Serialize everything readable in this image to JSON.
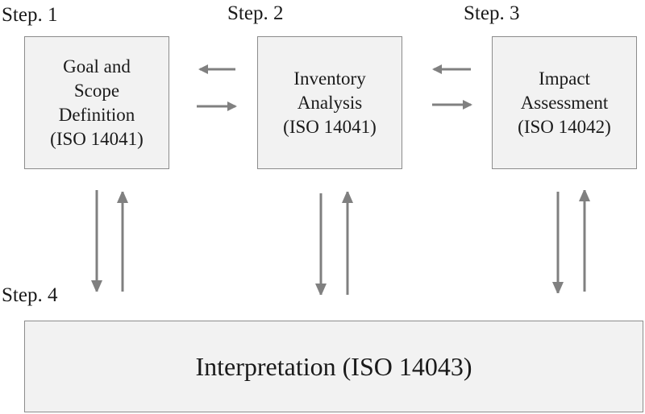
{
  "steps": {
    "step1": "Step. 1",
    "step2": "Step. 2",
    "step3": "Step. 3",
    "step4": "Step. 4"
  },
  "boxes": {
    "goal": {
      "lines": [
        "Goal and",
        "Scope",
        "Definition",
        "(ISO 14041)"
      ]
    },
    "inventory": {
      "lines": [
        "Inventory",
        "Analysis",
        "(ISO 14041)"
      ]
    },
    "impact": {
      "lines": [
        "Impact",
        "Assessment",
        "(ISO 14042)"
      ]
    },
    "interpretation": {
      "label": "Interpretation (ISO 14043)"
    }
  },
  "colors": {
    "box_fill": "#f2f2f2",
    "box_border": "#8c8c8c",
    "arrow": "#808080"
  }
}
